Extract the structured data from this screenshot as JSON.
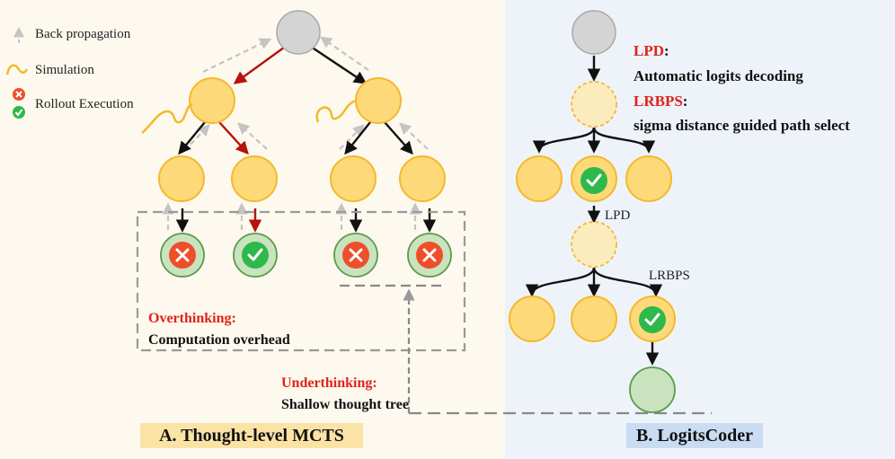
{
  "legend": {
    "back_propagation": "Back propagation",
    "simulation": "Simulation",
    "rollout_execution": "Rollout Execution"
  },
  "left_panel": {
    "caption": "A. Thought-level MCTS",
    "overthinking_title": "Overthinking:",
    "overthinking_desc": "Computation overhead",
    "underthinking_title": "Underthinking:",
    "underthinking_desc": "Shallow thought tree"
  },
  "right_panel": {
    "caption": "B. LogitsCoder",
    "lpd_title": "LPD",
    "lpd_colon": ":",
    "lpd_desc": "Automatic logits decoding",
    "lrbps_title": "LRBPS",
    "lrbps_colon": ":",
    "lrbps_desc": "sigma distance guided path select",
    "edge_label_lpd": "LPD",
    "edge_label_lrbps": "LRBPS"
  },
  "colors": {
    "left_bg": "#fdf9ef",
    "right_bg": "#eef3f9",
    "node_fill": "#fdd97a",
    "node_stroke": "#f4b92b",
    "root_fill": "#d4d4d4",
    "root_stroke": "#a8a8a8",
    "terminal_fill": "#c9e3bf",
    "terminal_stroke": "#5c9a4c",
    "red_arrow": "#b3140e",
    "red_text": "#e0231b",
    "check_green": "#2fb84b",
    "cross_red": "#ee4f2a",
    "caption_left_bg": "#fbe3a6",
    "caption_right_bg": "#c9dcf2"
  }
}
